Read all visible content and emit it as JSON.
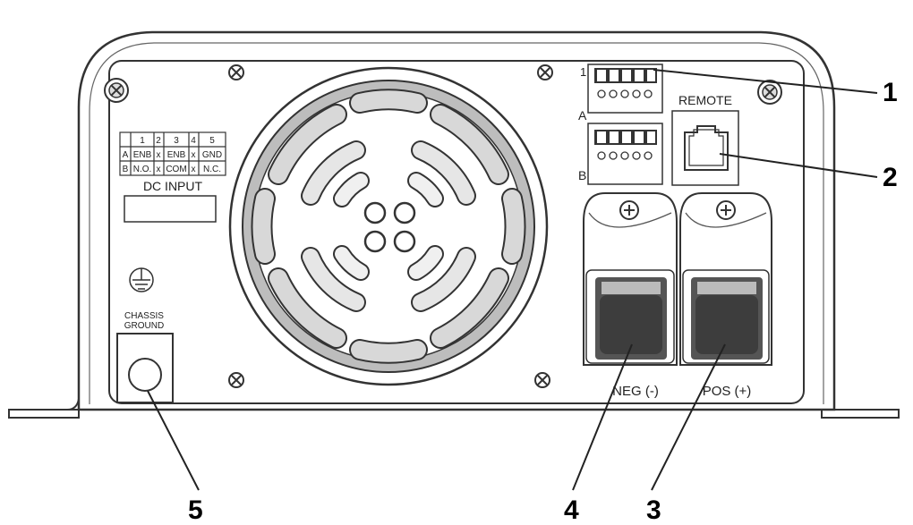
{
  "terminal_block": {
    "header": [
      "1",
      "2",
      "3",
      "4",
      "5"
    ],
    "row_a": [
      "A",
      "ENB",
      "x",
      "ENB",
      "x",
      "GND"
    ],
    "row_b": [
      "B",
      "N.O.",
      "x",
      "COM",
      "x",
      "N.C."
    ]
  },
  "labels": {
    "dc_input": "DC INPUT",
    "chassis_ground": [
      "CHASSIS",
      "GROUND"
    ],
    "remote": "REMOTE",
    "connector_1": "1",
    "connector_a": "A",
    "connector_b": "B",
    "neg": "NEG (-)",
    "pos": "POS (+)"
  },
  "callouts": [
    "1",
    "2",
    "3",
    "4",
    "5"
  ]
}
